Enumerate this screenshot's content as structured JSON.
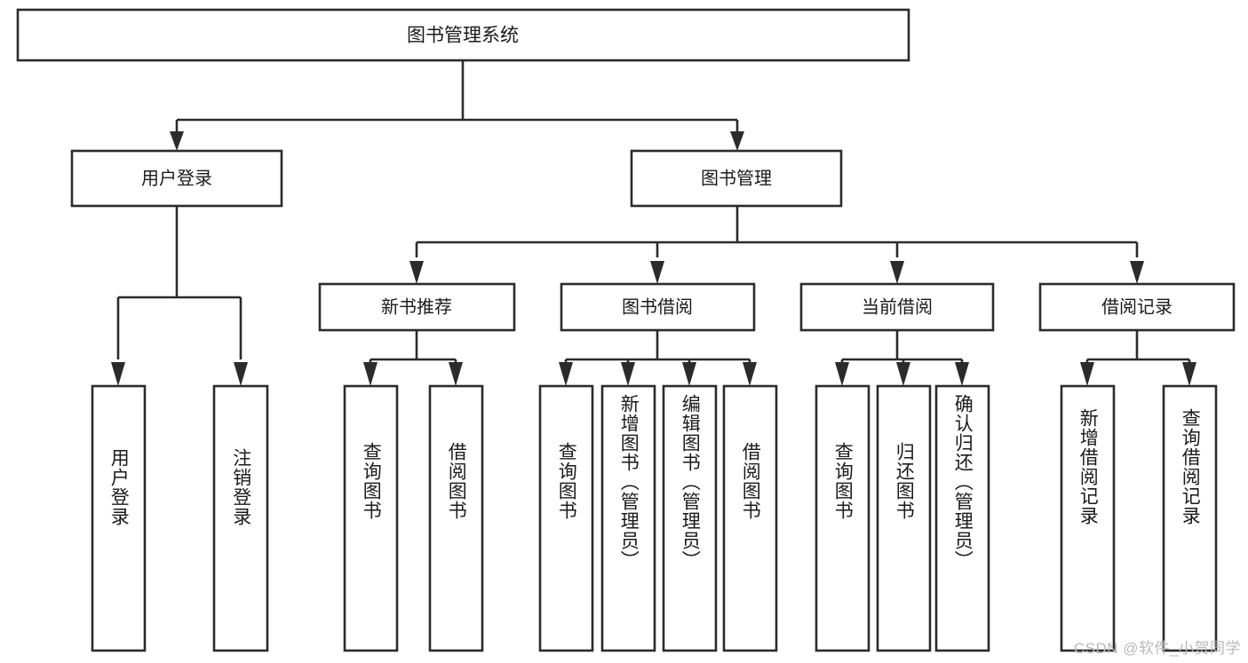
{
  "diagram": {
    "type": "tree-hierarchy-diagram",
    "title": "图书管理系统",
    "background_color": "#ffffff",
    "stroke_color": "#2b2b2b",
    "text_color": "#1a1a1a"
  },
  "root": {
    "label": "图书管理系统"
  },
  "level1": [
    {
      "id": "user-login",
      "label": "用户登录"
    },
    {
      "id": "book-management",
      "label": "图书管理"
    }
  ],
  "level2": [
    {
      "id": "new-book-recommend",
      "label": "新书推荐"
    },
    {
      "id": "book-borrow",
      "label": "图书借阅"
    },
    {
      "id": "current-borrow",
      "label": "当前借阅"
    },
    {
      "id": "borrow-record",
      "label": "借阅记录"
    }
  ],
  "leaves": [
    {
      "id": "leaf-user-login",
      "label": "用户登录",
      "parent": "user-login"
    },
    {
      "id": "leaf-logout-login",
      "label": "注销登录",
      "parent": "user-login"
    },
    {
      "id": "leaf-query-book-1",
      "label": "查询图书",
      "parent": "new-book-recommend"
    },
    {
      "id": "leaf-borrow-book-1",
      "label": "借阅图书",
      "parent": "new-book-recommend"
    },
    {
      "id": "leaf-query-book-2",
      "label": "查询图书",
      "parent": "book-borrow"
    },
    {
      "id": "leaf-add-book",
      "label": "新增图书（管理员）",
      "parent": "book-borrow"
    },
    {
      "id": "leaf-edit-book",
      "label": "编辑图书（管理员）",
      "parent": "book-borrow"
    },
    {
      "id": "leaf-borrow-book-2",
      "label": "借阅图书",
      "parent": "book-borrow"
    },
    {
      "id": "leaf-query-book-3",
      "label": "查询图书",
      "parent": "current-borrow"
    },
    {
      "id": "leaf-return-book",
      "label": "归还图书",
      "parent": "current-borrow"
    },
    {
      "id": "leaf-confirm-return",
      "label": "确认归还（管理员）",
      "parent": "current-borrow"
    },
    {
      "id": "leaf-add-record",
      "label": "新增借阅记录",
      "parent": "borrow-record"
    },
    {
      "id": "leaf-query-record",
      "label": "查询借阅记录",
      "parent": "borrow-record"
    }
  ],
  "watermark": {
    "text": "CSDN @软件_小贺同学"
  }
}
